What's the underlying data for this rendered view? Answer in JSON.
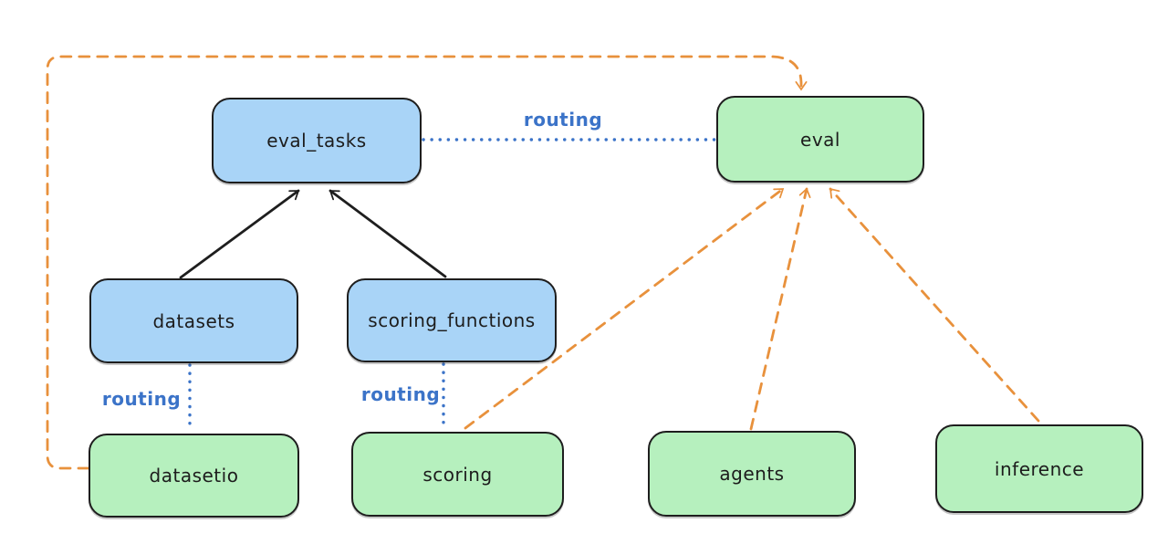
{
  "diagram": {
    "kind": "architecture-diagram",
    "style": "hand-drawn"
  },
  "nodes": {
    "eval_tasks": {
      "label": "eval_tasks",
      "color_group": "blue"
    },
    "datasets": {
      "label": "datasets",
      "color_group": "blue"
    },
    "scoring_functions": {
      "label": "scoring_functions",
      "color_group": "blue"
    },
    "eval": {
      "label": "eval",
      "color_group": "green"
    },
    "datasetio": {
      "label": "datasetio",
      "color_group": "green"
    },
    "scoring": {
      "label": "scoring",
      "color_group": "green"
    },
    "agents": {
      "label": "agents",
      "color_group": "green"
    },
    "inference": {
      "label": "inference",
      "color_group": "green"
    }
  },
  "edges": {
    "eval_tasks_to_eval": {
      "label": "routing",
      "style": "dotted",
      "color": "#3b73c8"
    },
    "datasets_to_datasetio": {
      "label": "routing",
      "style": "dotted",
      "color": "#3b73c8"
    },
    "scoring_functions_to_scoring": {
      "label": "routing",
      "style": "dotted",
      "color": "#3b73c8"
    },
    "datasets_to_eval_tasks": {
      "style": "solid-arrow",
      "color": "#1e1e1e"
    },
    "scoring_functions_to_eval_tasks": {
      "style": "solid-arrow",
      "color": "#1e1e1e"
    },
    "scoring_to_eval": {
      "style": "dashed-arrow",
      "color": "#e8913c"
    },
    "agents_to_eval": {
      "style": "dashed-arrow",
      "color": "#e8913c"
    },
    "inference_to_eval": {
      "style": "dashed-arrow",
      "color": "#e8913c"
    },
    "datasetio_to_eval": {
      "style": "dashed-arrow",
      "color": "#e8913c"
    }
  },
  "colors": {
    "node_blue_fill": "#a9d4f7",
    "node_green_fill": "#b6f0be",
    "node_stroke": "#1e1e1e",
    "routing_blue": "#3b73c8",
    "dashed_orange": "#e8913c",
    "background": "#ffffff"
  }
}
